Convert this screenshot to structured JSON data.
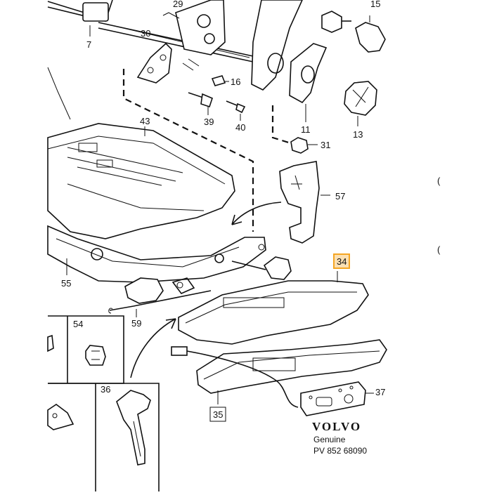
{
  "callouts": {
    "c7": "7",
    "c29": "29",
    "c30": "30",
    "c15": "15",
    "c16": "16",
    "c39": "39",
    "c40": "40",
    "c43": "43",
    "c11": "11",
    "c13": "13",
    "c31": "31",
    "c57": "57",
    "c34": "34",
    "c55": "55",
    "c59": "59",
    "c54": "54",
    "c36": "36",
    "c35": "35",
    "c37": "37"
  },
  "highlight_color": "#f5a623",
  "footer": {
    "brand": "VOLVO",
    "genuine": "Genuine",
    "part_number": "PV 852 68090"
  },
  "edge_marks": [
    "(",
    "("
  ]
}
